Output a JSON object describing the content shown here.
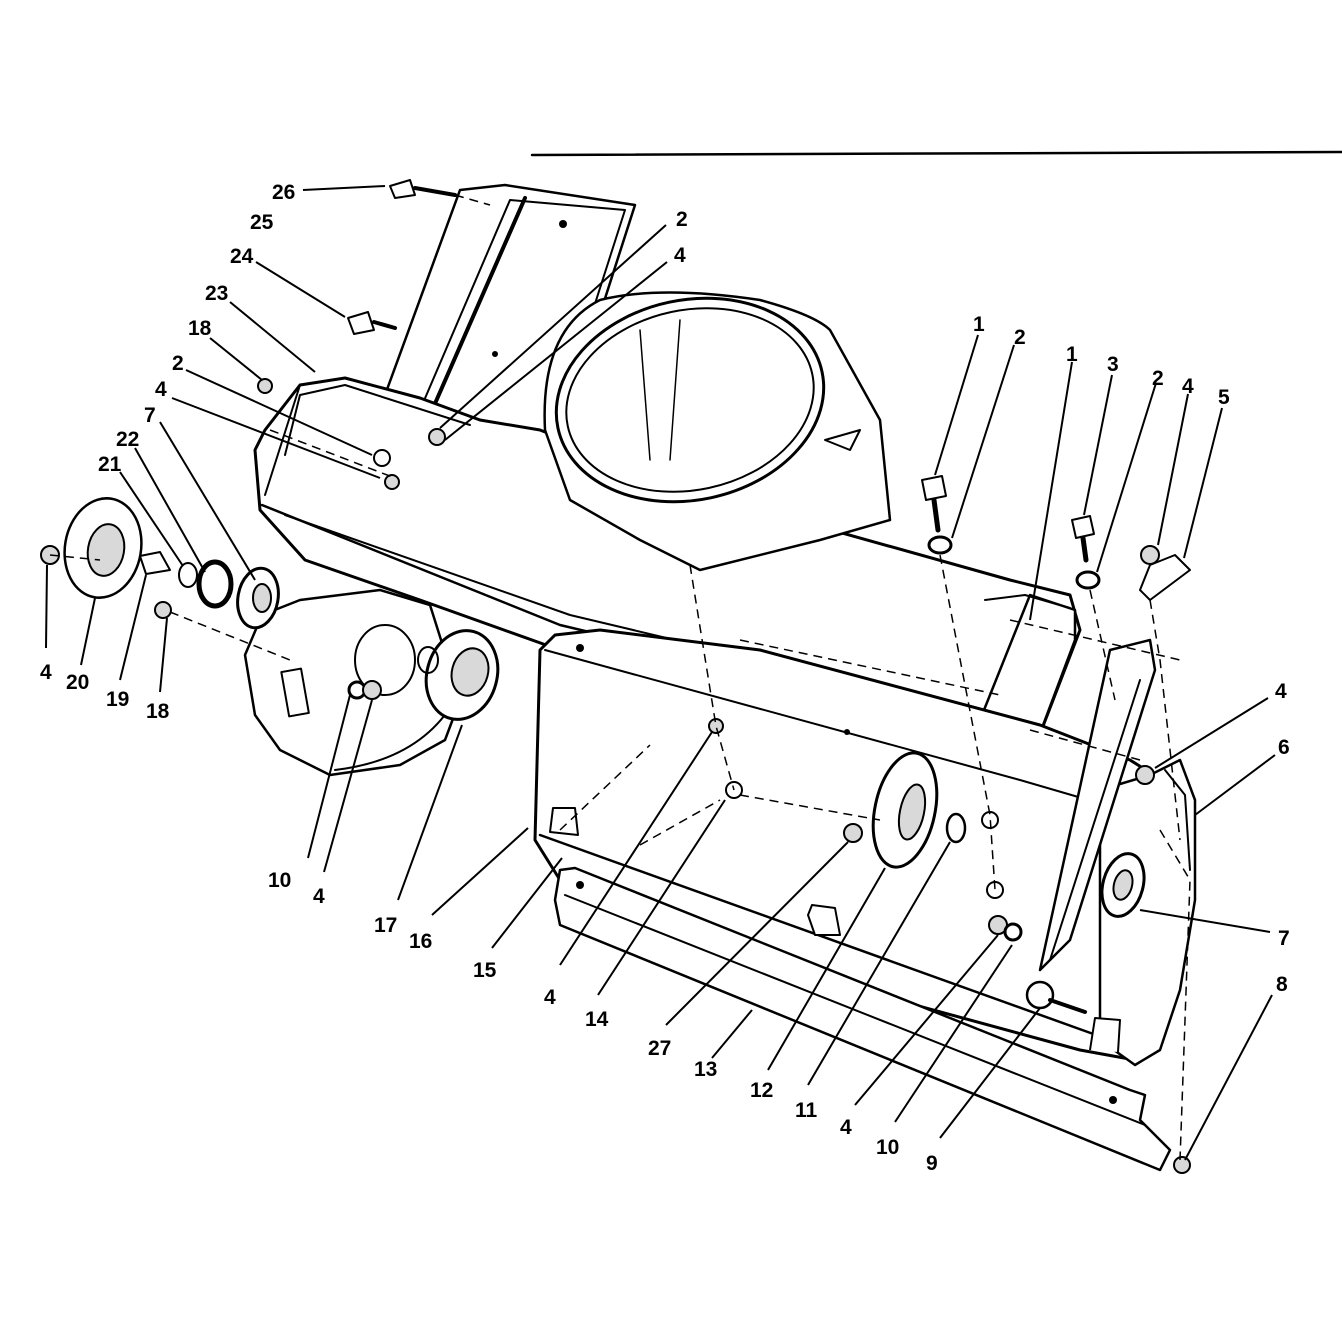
{
  "diagram": {
    "callouts": [
      {
        "id": "c26",
        "text": "26"
      },
      {
        "id": "c25",
        "text": "25"
      },
      {
        "id": "c24",
        "text": "24"
      },
      {
        "id": "c23",
        "text": "23"
      },
      {
        "id": "c18a",
        "text": "18"
      },
      {
        "id": "c2a",
        "text": "2"
      },
      {
        "id": "c4a",
        "text": "4"
      },
      {
        "id": "c7a",
        "text": "7"
      },
      {
        "id": "c22",
        "text": "22"
      },
      {
        "id": "c21",
        "text": "21"
      },
      {
        "id": "c4b",
        "text": "4"
      },
      {
        "id": "c20",
        "text": "20"
      },
      {
        "id": "c19",
        "text": "19"
      },
      {
        "id": "c18b",
        "text": "18"
      },
      {
        "id": "c2b",
        "text": "2"
      },
      {
        "id": "c4c",
        "text": "4"
      },
      {
        "id": "c1a",
        "text": "1"
      },
      {
        "id": "c2c",
        "text": "2"
      },
      {
        "id": "c1b",
        "text": "1"
      },
      {
        "id": "c3",
        "text": "3"
      },
      {
        "id": "c2d",
        "text": "2"
      },
      {
        "id": "c4d",
        "text": "4"
      },
      {
        "id": "c5",
        "text": "5"
      },
      {
        "id": "c4e",
        "text": "4"
      },
      {
        "id": "c6",
        "text": "6"
      },
      {
        "id": "c7b",
        "text": "7"
      },
      {
        "id": "c8",
        "text": "8"
      },
      {
        "id": "c10a",
        "text": "10"
      },
      {
        "id": "c4f",
        "text": "4"
      },
      {
        "id": "c17",
        "text": "17"
      },
      {
        "id": "c16",
        "text": "16"
      },
      {
        "id": "c15",
        "text": "15"
      },
      {
        "id": "c4g",
        "text": "4"
      },
      {
        "id": "c14",
        "text": "14"
      },
      {
        "id": "c27",
        "text": "27"
      },
      {
        "id": "c13",
        "text": "13"
      },
      {
        "id": "c12",
        "text": "12"
      },
      {
        "id": "c11",
        "text": "11"
      },
      {
        "id": "c4h",
        "text": "4"
      },
      {
        "id": "c10b",
        "text": "10"
      },
      {
        "id": "c9",
        "text": "9"
      }
    ]
  }
}
